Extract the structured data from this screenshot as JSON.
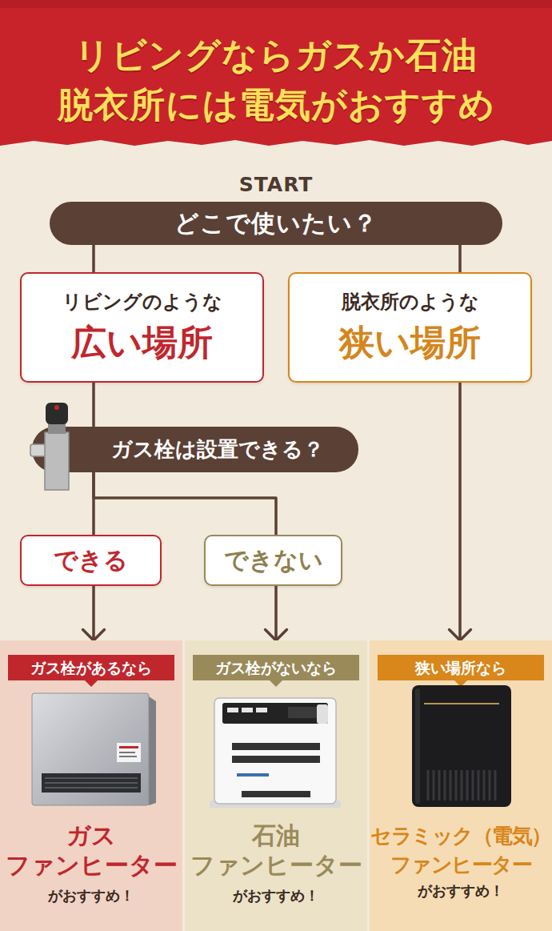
{
  "diagram": {
    "title": "リビングならガスか石油 脱衣所には電気がおすすめ",
    "nodes": [
      {
        "text": [
          "どこで使いたい？"
        ]
      },
      {
        "text": [
          "リビングのような",
          "広い場所"
        ]
      },
      {
        "text": [
          "脱衣所のような",
          "狭い場所"
        ]
      },
      {
        "text": [
          "ガス栓は設置できる？"
        ]
      },
      {
        "text": [
          "できる"
        ]
      },
      {
        "text": [
          "できない"
        ]
      },
      {
        "text": [
          "ガス栓があるなら",
          "ガス ファンヒーター",
          "がおすすめ！"
        ]
      },
      {
        "text": [
          "ガス栓がないなら",
          "石油 ファンヒーター",
          "がおすすめ！"
        ]
      },
      {
        "text": [
          "狭い場所なら",
          "セラミック（電気） ファンヒーター",
          "がおすすめ！"
        ]
      }
    ],
    "edges": [
      {
        "from": 0,
        "to": 1,
        "arrow": "none"
      },
      {
        "from": 0,
        "to": 2,
        "arrow": "none"
      },
      {
        "from": 1,
        "to": 3,
        "arrow": "none"
      },
      {
        "from": 3,
        "to": 4,
        "arrow": "none"
      },
      {
        "from": 3,
        "to": 5,
        "arrow": "none"
      },
      {
        "from": 4,
        "to": 6,
        "arrow": "to"
      },
      {
        "from": 5,
        "to": 7,
        "arrow": "to"
      },
      {
        "from": 2,
        "to": 8,
        "arrow": "to"
      }
    ],
    "labels": [
      "START"
    ]
  }
}
